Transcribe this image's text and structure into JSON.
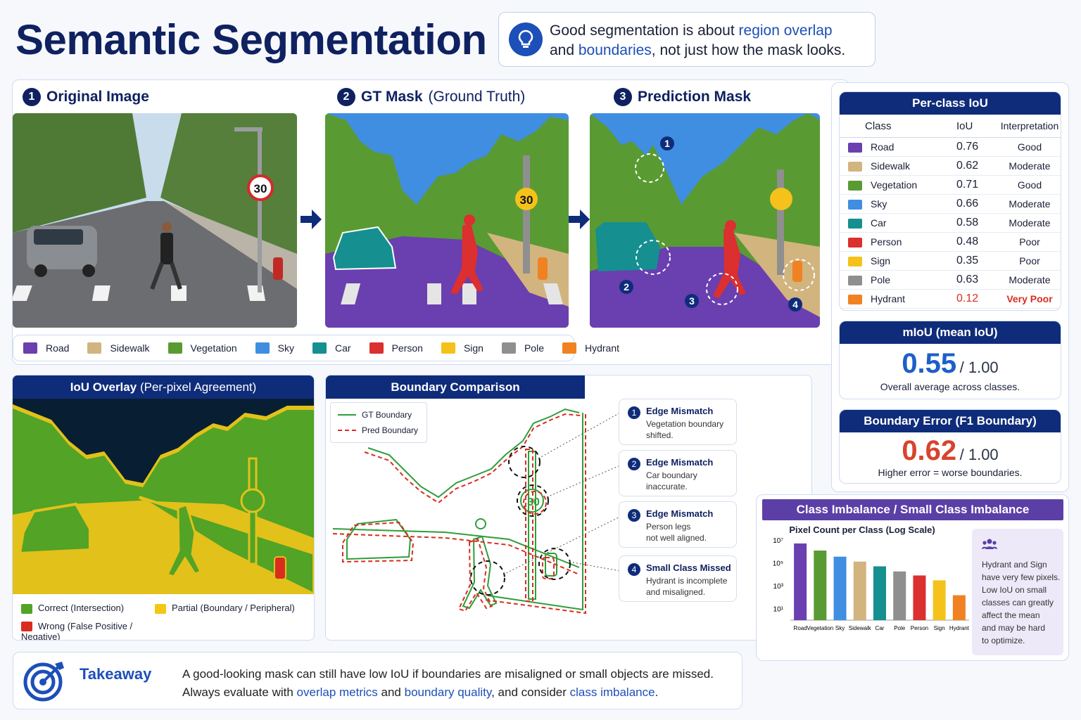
{
  "title": "Semantic Segmentation",
  "tip": {
    "pre": "Good segmentation is about ",
    "hl1": "region overlap",
    "mid": "and ",
    "hl2": "boundaries",
    "post": ", not just how the mask looks."
  },
  "steps": [
    {
      "num": "1",
      "label": "Original Image",
      "sub": ""
    },
    {
      "num": "2",
      "label": "GT Mask",
      "sub": "(Ground Truth)"
    },
    {
      "num": "3",
      "label": "Prediction Mask",
      "sub": ""
    }
  ],
  "sign_text": "30",
  "pred_markers": [
    "1",
    "2",
    "3",
    "4"
  ],
  "colors": {
    "road": "#6a3fb0",
    "sidewalk": "#d2b47f",
    "vegetation": "#5a9a32",
    "sky": "#3f8ee2",
    "car": "#158f8f",
    "person": "#dc2f2f",
    "sign": "#f4c21a",
    "pole": "#8f8f8f",
    "hydrant": "#f08222",
    "navy": "#0f2c7a"
  },
  "legend": [
    {
      "name": "Road",
      "color": "#6a3fb0"
    },
    {
      "name": "Sidewalk",
      "color": "#d2b47f"
    },
    {
      "name": "Vegetation",
      "color": "#5a9a32"
    },
    {
      "name": "Sky",
      "color": "#3f8ee2"
    },
    {
      "name": "Car",
      "color": "#158f8f"
    },
    {
      "name": "Person",
      "color": "#dc2f2f"
    },
    {
      "name": "Sign",
      "color": "#f4c21a"
    },
    {
      "name": "Pole",
      "color": "#8f8f8f"
    },
    {
      "name": "Hydrant",
      "color": "#f08222"
    }
  ],
  "per_class": {
    "title": "Per-class IoU",
    "headers": [
      "Class",
      "IoU",
      "Interpretation"
    ],
    "rows": [
      {
        "cls": "Road",
        "iou": "0.76",
        "interp": "Good",
        "color": "#6a3fb0"
      },
      {
        "cls": "Sidewalk",
        "iou": "0.62",
        "interp": "Moderate",
        "color": "#d2b47f"
      },
      {
        "cls": "Vegetation",
        "iou": "0.71",
        "interp": "Good",
        "color": "#5a9a32"
      },
      {
        "cls": "Sky",
        "iou": "0.66",
        "interp": "Moderate",
        "color": "#3f8ee2"
      },
      {
        "cls": "Car",
        "iou": "0.58",
        "interp": "Moderate",
        "color": "#158f8f"
      },
      {
        "cls": "Person",
        "iou": "0.48",
        "interp": "Poor",
        "color": "#dc2f2f"
      },
      {
        "cls": "Sign",
        "iou": "0.35",
        "interp": "Poor",
        "color": "#f4c21a"
      },
      {
        "cls": "Pole",
        "iou": "0.63",
        "interp": "Moderate",
        "color": "#8f8f8f"
      },
      {
        "cls": "Hydrant",
        "iou": "0.12",
        "interp": "Very Poor",
        "color": "#f08222",
        "alert": true
      }
    ]
  },
  "miou": {
    "title": "mIoU (mean IoU)",
    "value": "0.55",
    "max": "/ 1.00",
    "desc": "Overall average across classes."
  },
  "boundary_error": {
    "title": "Boundary Error (F1 Boundary)",
    "value": "0.62",
    "max": "/ 1.00",
    "desc": "Higher error = worse boundaries."
  },
  "iou_overlay": {
    "title": "IoU Overlay",
    "sub": "(Per-pixel Agreement)",
    "legend": [
      {
        "label": "Correct",
        "sub": "(Intersection)",
        "color": "#52a326"
      },
      {
        "label": "Partial",
        "sub": "(Boundary / Peripheral)",
        "color": "#f2c811"
      },
      {
        "label": "Wrong",
        "sub": "(False Positive / Negative)",
        "color": "#d92d20"
      }
    ]
  },
  "boundary_comparison": {
    "title": "Boundary Comparison",
    "legend": [
      {
        "label": "GT Boundary"
      },
      {
        "label": "Pred Boundary"
      }
    ],
    "sign_text": "30",
    "callouts": [
      {
        "num": "1",
        "title": "Edge Mismatch",
        "line1": "Vegetation boundary",
        "line2": "shifted."
      },
      {
        "num": "2",
        "title": "Edge Mismatch",
        "line1": "Car boundary",
        "line2": "inaccurate."
      },
      {
        "num": "3",
        "title": "Edge Mismatch",
        "line1": "Person legs",
        "line2": "not well aligned."
      },
      {
        "num": "4",
        "title": "Small Class Missed",
        "line1": "Hydrant is incomplete",
        "line2": "and misaligned."
      }
    ]
  },
  "class_imbalance": {
    "title": "Class Imbalance / Small Class Imbalance",
    "note": [
      "Hydrant and Sign",
      "have very few pixels.",
      "Low IoU on small",
      "classes can greatly",
      "affect the mean",
      "and may be hard",
      "to optimize."
    ]
  },
  "chart_data": {
    "type": "bar",
    "title": "Pixel Count per Class (Log Scale)",
    "xlabel": "",
    "ylabel": "",
    "yscale": "log",
    "ylim": [
      1,
      10000000
    ],
    "yticks": [
      10,
      1000,
      100000,
      10000000
    ],
    "ytick_labels": [
      "10¹",
      "10³",
      "10⁵",
      "10⁷"
    ],
    "categories": [
      "Road",
      "Vegetation",
      "Sky",
      "Sidewalk",
      "Car",
      "Pole",
      "Person",
      "Sign",
      "Hydrant"
    ],
    "values": [
      5000000,
      1200000,
      350000,
      130000,
      50000,
      18000,
      8000,
      3000,
      150
    ],
    "colors": [
      "#6a3fb0",
      "#5a9a32",
      "#3f8ee2",
      "#d2b47f",
      "#158f8f",
      "#8f8f8f",
      "#dc2f2f",
      "#f4c21a",
      "#f08222"
    ]
  },
  "takeaway": {
    "title": "Takeaway",
    "line1": "A good-looking mask can still have low IoU if boundaries are misaligned or small objects are missed.",
    "l2a": "Always evaluate with ",
    "l2b": "overlap metrics",
    "l2c": " and ",
    "l2d": "boundary quality",
    "l2e": ", and consider ",
    "l2f": "class imbalance",
    "l2g": "."
  }
}
